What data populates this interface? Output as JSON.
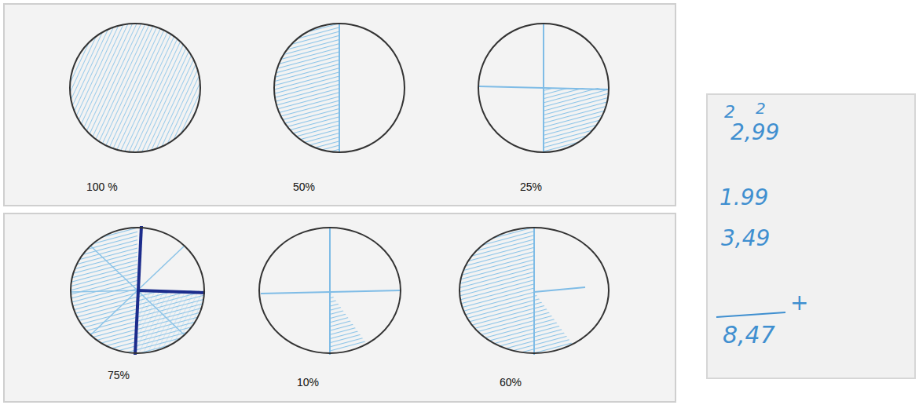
{
  "diagram": {
    "labels": [
      "100 %",
      "50%",
      "25%",
      "75%",
      "10%",
      "60%",
      "2",
      "2",
      "2,99",
      "1.99",
      "3,49",
      "+",
      "8,47"
    ]
  }
}
